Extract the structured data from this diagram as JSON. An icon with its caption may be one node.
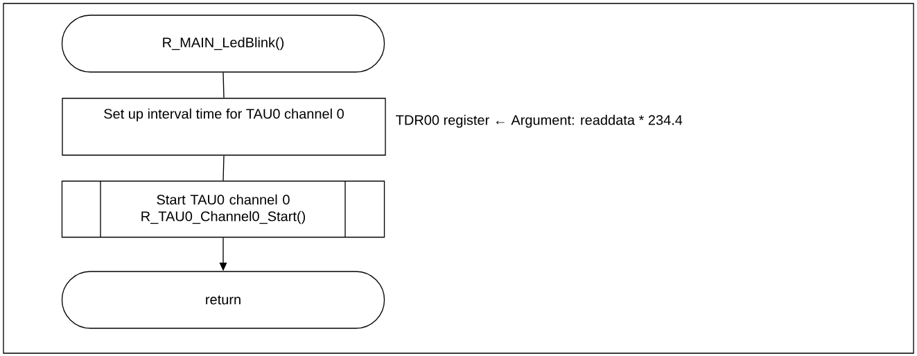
{
  "diagram": {
    "nodes": [
      {
        "text": [
          "R_MAIN_LedBlink()"
        ]
      },
      {
        "text": [
          "Set up interval time for TAU0 channel 0"
        ],
        "beside": [
          "TDR00 register ← Argument: readdata * 234.4"
        ]
      },
      {
        "text": [
          "Start TAU0 channel 0 R_TAU0_Channel0_Start()"
        ]
      },
      {
        "text": [
          "return"
        ]
      }
    ],
    "edges": [
      {
        "from": 0,
        "to": 1,
        "arrow": "none"
      },
      {
        "from": 1,
        "to": 2,
        "arrow": "none"
      },
      {
        "from": 2,
        "to": 3,
        "arrow": "to"
      }
    ]
  }
}
